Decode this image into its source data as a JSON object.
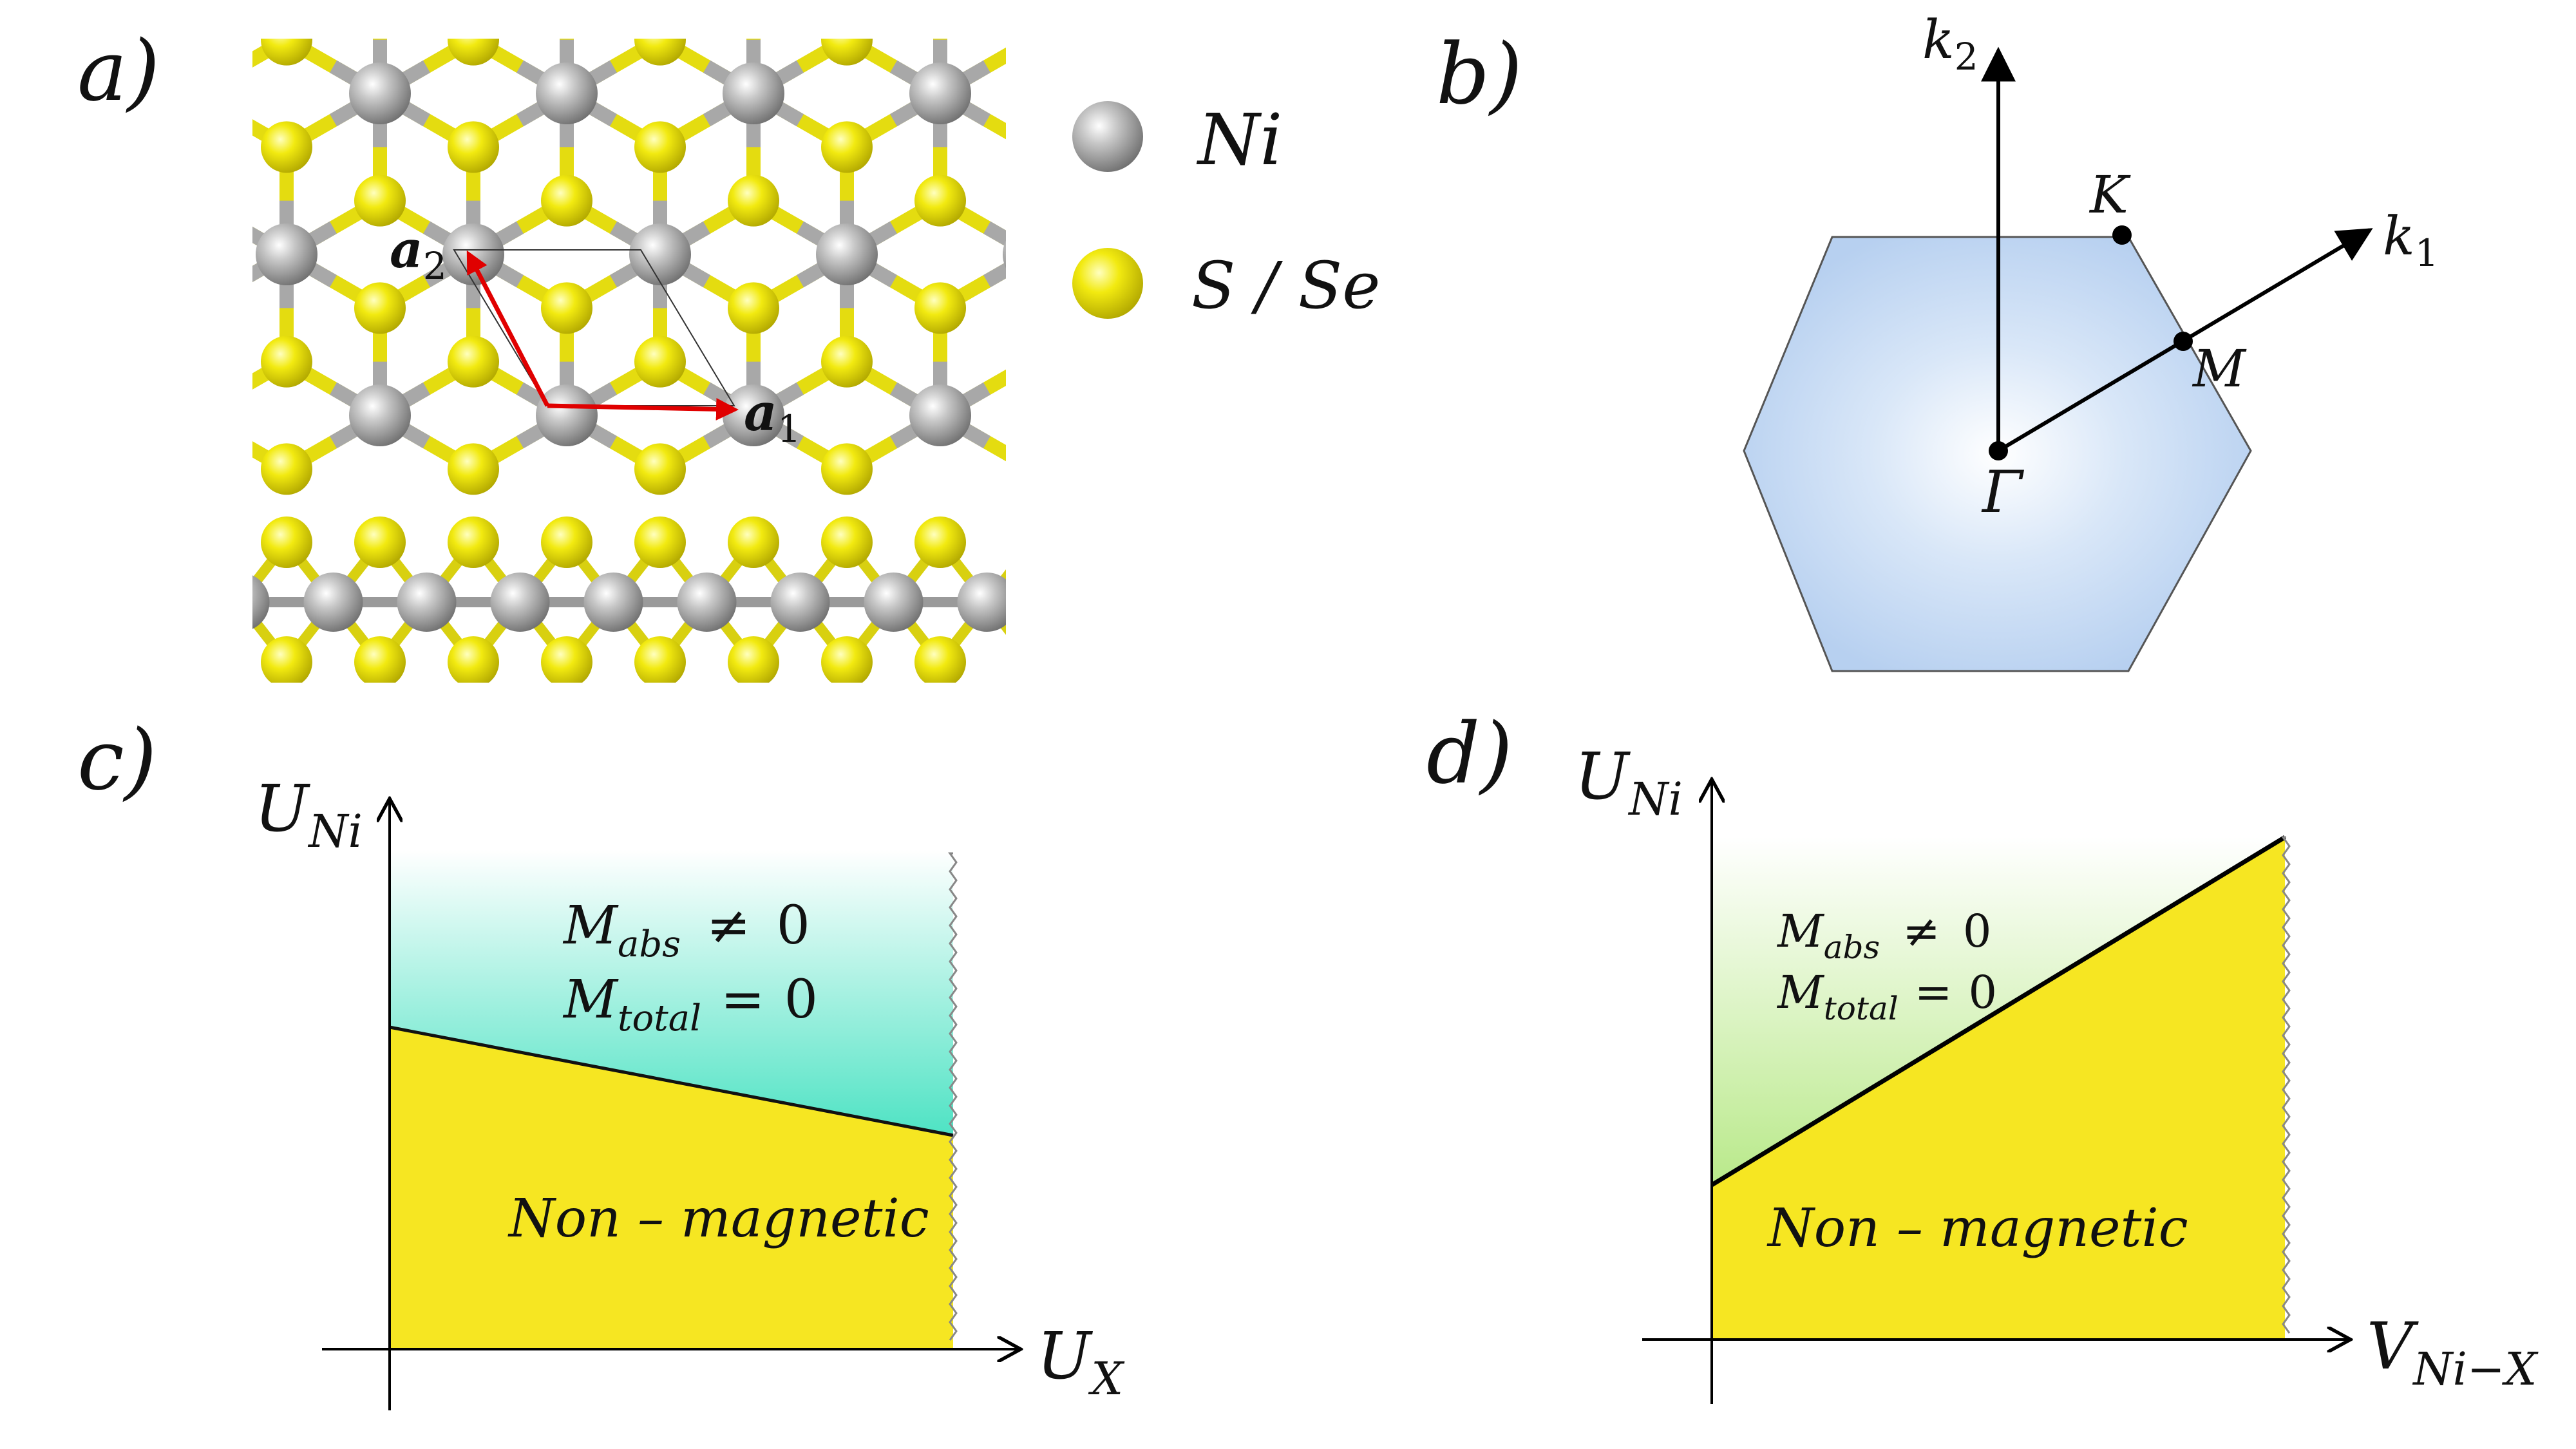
{
  "panels": {
    "a": {
      "tag": "a)",
      "legend": [
        {
          "label": "Ni",
          "color": "#9a9a9a"
        },
        {
          "label": "S / Se",
          "color": "#e8e000"
        }
      ],
      "vector1": {
        "base": "a",
        "sub": "1"
      },
      "vector2": {
        "base": "a",
        "sub": "2"
      }
    },
    "b": {
      "tag": "b)",
      "axis1": {
        "base": "k",
        "sub": "1"
      },
      "axis2": {
        "base": "k",
        "sub": "2"
      },
      "points": {
        "gamma": "Γ",
        "k": "K",
        "m": "M"
      }
    },
    "c": {
      "tag": "c)",
      "ylabel": {
        "base": "U",
        "sub": "Ni"
      },
      "xlabel": {
        "base": "U",
        "sub": "X"
      },
      "phase_top": {
        "line1": {
          "base": "M",
          "sub": "abs",
          "rel": "≠",
          "val": "0"
        },
        "line2": {
          "base": "M",
          "sub": "total",
          "rel": "=",
          "val": "0"
        }
      },
      "phase_bottom": "Non – magnetic",
      "colors": {
        "top": "#4fe3c4",
        "bottom": "#f6e622"
      }
    },
    "d": {
      "tag": "d)",
      "ylabel": {
        "base": "U",
        "sub": "Ni"
      },
      "xlabel": {
        "base": "V",
        "sub": "Ni−X"
      },
      "phase_top": {
        "line1": {
          "base": "M",
          "sub": "abs",
          "rel": "≠",
          "val": "0"
        },
        "line2": {
          "base": "M",
          "sub": "total",
          "rel": "=",
          "val": "0"
        }
      },
      "phase_bottom": "Non – magnetic",
      "colors": {
        "top": "#b9e98a",
        "bottom": "#f6e622"
      }
    }
  }
}
